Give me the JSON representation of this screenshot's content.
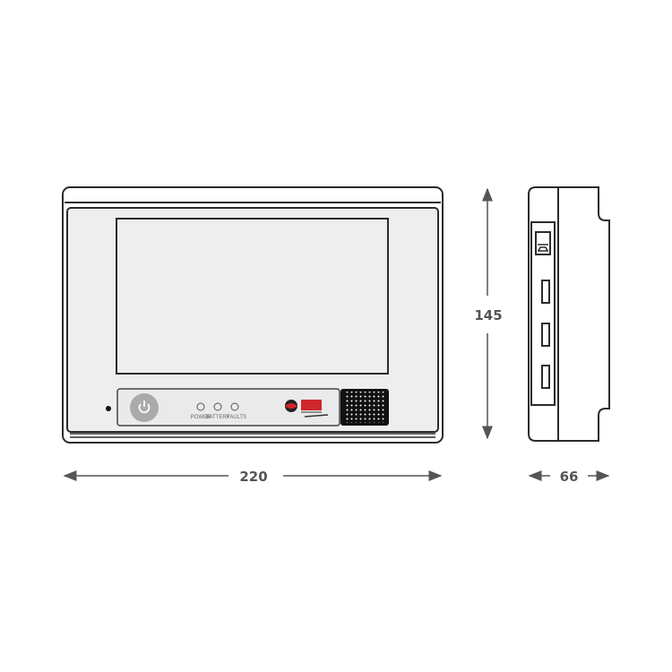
{
  "front_view": {
    "indicators": [
      "POWER",
      "BATTERY",
      "FAULTS"
    ]
  },
  "dimensions": {
    "width": "220",
    "height": "145",
    "depth": "66"
  },
  "colors": {
    "outline": "#2b2b2b",
    "screen": "#eeeeee",
    "button": "#aaaaaa",
    "brand_red": "#d0262d",
    "dimension": "#555555"
  }
}
